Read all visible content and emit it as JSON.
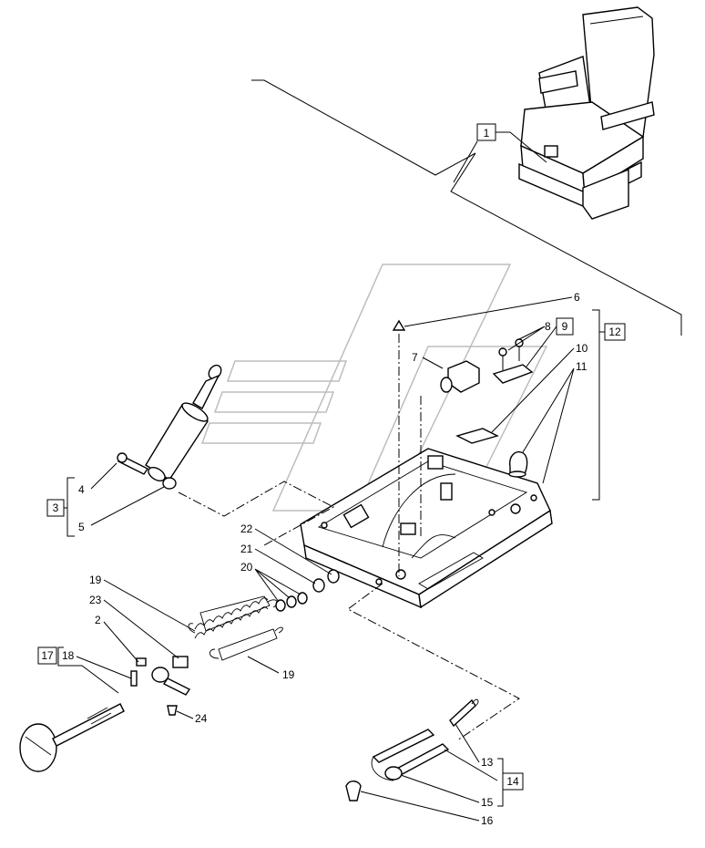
{
  "callouts": {
    "c1": "1",
    "c2": "2",
    "c3": "3",
    "c4": "4",
    "c5": "5",
    "c6": "6",
    "c7": "7",
    "c8": "8",
    "c9": "9",
    "c10": "10",
    "c11": "11",
    "c12": "12",
    "c13": "13",
    "c14": "14",
    "c15": "15",
    "c16": "16",
    "c17": "17",
    "c18": "18",
    "c19a": "19",
    "c19b": "19",
    "c20": "20",
    "c21": "21",
    "c22": "22",
    "c23": "23",
    "c24": "24"
  }
}
